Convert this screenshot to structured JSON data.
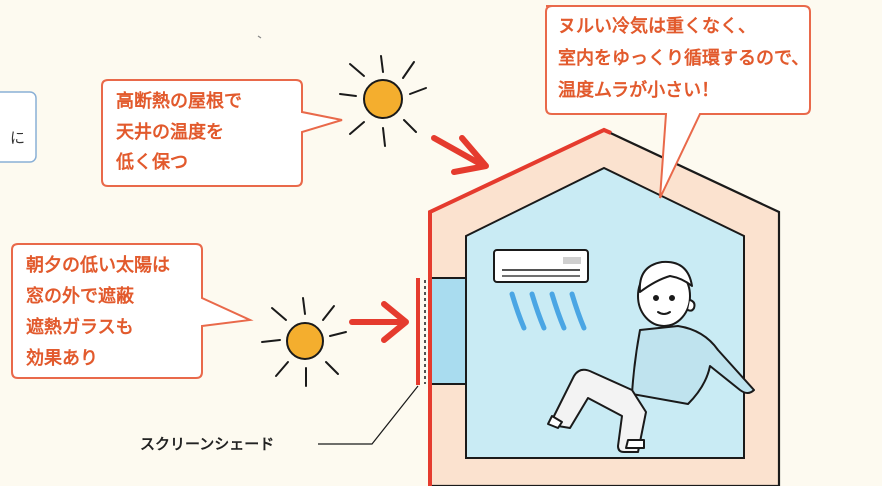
{
  "callouts": {
    "roof": [
      "高断熱の屋根で",
      "天井の温度を",
      "低く保つ"
    ],
    "sun_west": [
      "朝夕の低い太陽は",
      "窓の外で遮蔽",
      "遮熱ガラスも",
      "効果あり"
    ],
    "aircon": [
      "ヌルい冷気は重くなく、",
      "室内をゆっくり循環するので、",
      "温度ムラが小さい！"
    ]
  },
  "labels": {
    "screen_shade": "スクリーンシェード",
    "left_panel_fragment": "に"
  },
  "colors": {
    "accent_red": "#e53b2e",
    "callout_text": "#e25a2d",
    "callout_border": "#e9694a",
    "wall": "#fbe2cf",
    "room": "#c9ebf4",
    "window": "#a9dcef",
    "sun": "#f4ae2e",
    "person_shirt": "#bfe3ee",
    "person_pants": "#f3f3f3",
    "side_panel_border": "#8ab0d6",
    "background": "#fdfaf0"
  },
  "icons": [
    "sun-icon",
    "heat-arrow-icon",
    "air-conditioner-icon",
    "airflow-icon",
    "person-icon",
    "house-icon"
  ]
}
